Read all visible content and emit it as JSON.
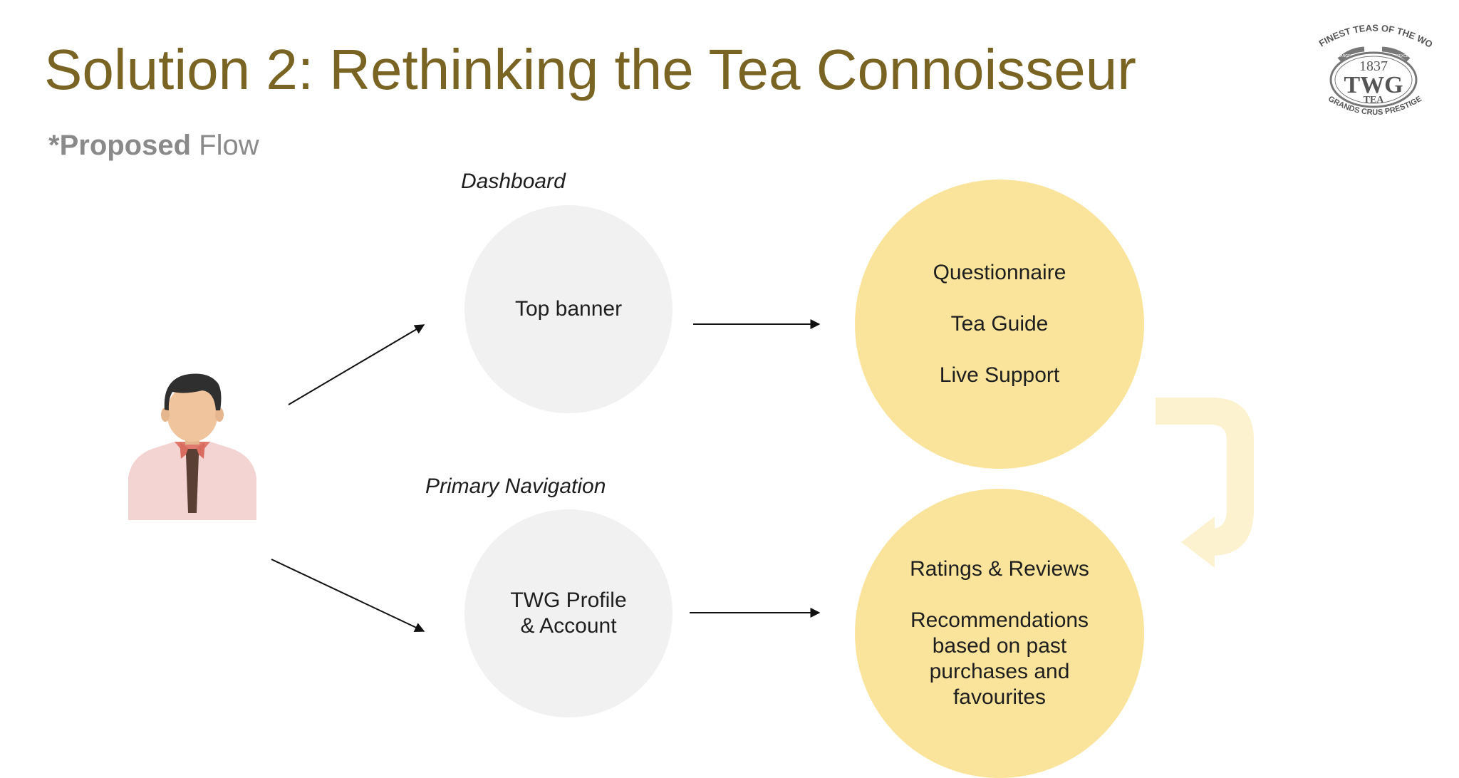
{
  "title": "Solution 2: Rethinking the Tea Connoisseur",
  "subtitle": {
    "prefix": "*Proposed",
    "suffix": " Flow"
  },
  "logo": {
    "top_arc": "THE FINEST TEAS OF THE WORLD",
    "left_small": "MELANGES EXQUIS",
    "right_small": "MILLESIMES D'EXCEPTION",
    "year": "1837",
    "brand": "TWG",
    "tea": "TEA",
    "bottom_arc": "GRANDS CRUS PRESTIGE"
  },
  "labels": {
    "dashboard": "Dashboard",
    "primary_nav": "Primary Navigation"
  },
  "nodes": {
    "top_banner": "Top banner",
    "profile": [
      "TWG Profile",
      "& Account"
    ],
    "upper_yellow": [
      "Questionnaire",
      "Tea Guide",
      "Live Support"
    ],
    "lower_yellow": {
      "first": "Ratings & Reviews",
      "second": [
        "Recommendations",
        "based on past",
        "purchases and",
        "favourites"
      ]
    }
  },
  "icons": {
    "user": "user-avatar-icon",
    "arrow": "arrow-right-icon",
    "loop": "loop-arrow-icon"
  },
  "colors": {
    "title": "#7a6424",
    "subtitle": "#8a8a8a",
    "grey_node": "#f1f1f1",
    "yellow_node": "#fae49b",
    "loop_arrow": "#fdf2cf"
  }
}
